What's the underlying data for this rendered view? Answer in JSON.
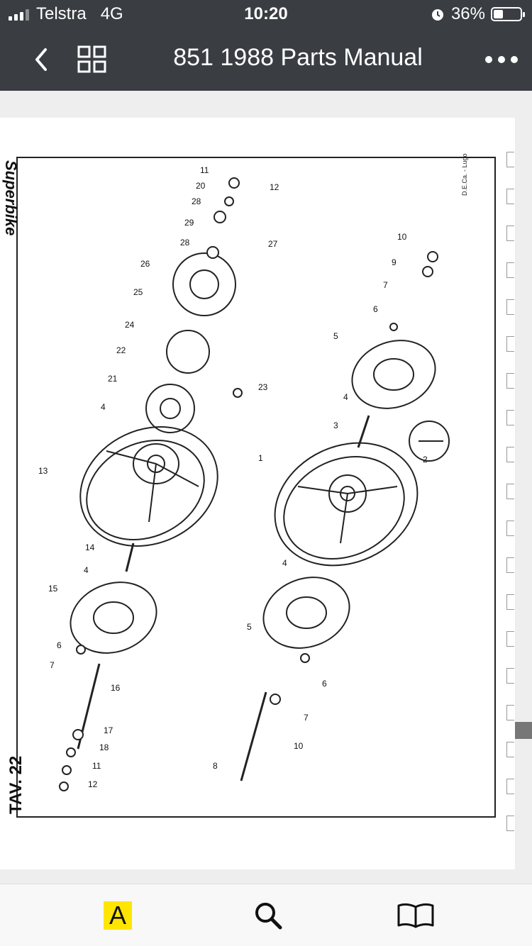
{
  "status": {
    "carrier": "Telstra",
    "network": "4G",
    "time": "10:20",
    "battery_text": "36%",
    "battery_level": 0.36
  },
  "nav": {
    "title": "851 1988 Parts Manual",
    "back_icon": "chevron-left-icon",
    "grid_icon": "grid-icon",
    "more_icon": "more-icon"
  },
  "document": {
    "table_label": "TAV. 22",
    "brand_text": "Superbike",
    "credit": "D.E.Ca. - Lugo",
    "rear_labels": [
      "11",
      "20",
      "28",
      "29",
      "28",
      "26",
      "25",
      "24",
      "22",
      "21",
      "4",
      "13",
      "14",
      "4",
      "15",
      "6",
      "7",
      "16",
      "17",
      "18",
      "11",
      "12",
      "12",
      "27",
      "23"
    ],
    "front_labels": [
      "10",
      "9",
      "7",
      "6",
      "5",
      "4",
      "3",
      "2",
      "1",
      "4",
      "5",
      "6",
      "7",
      "10",
      "8"
    ]
  },
  "tabbar": {
    "font_label": "A",
    "search_icon": "search-icon",
    "book_icon": "book-icon"
  }
}
